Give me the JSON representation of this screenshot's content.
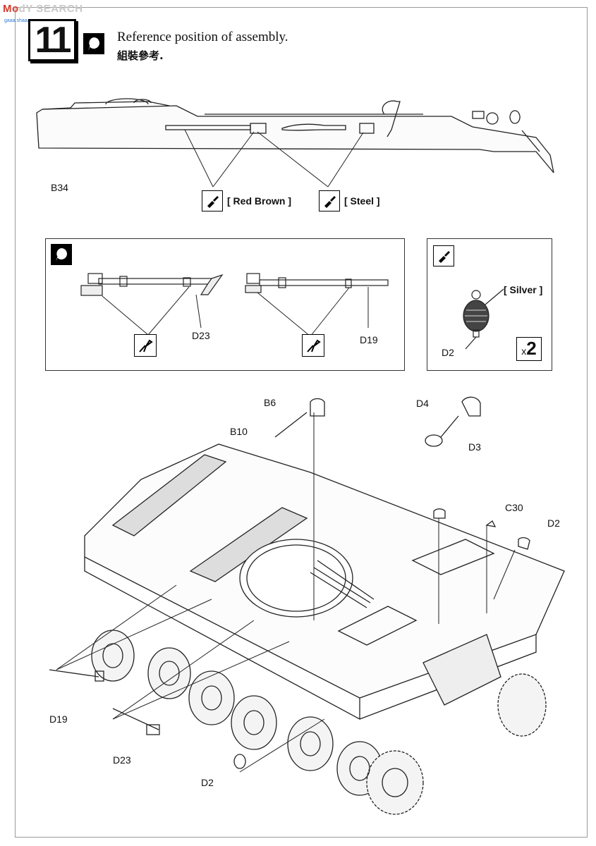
{
  "watermark": {
    "brand": "Mo",
    "rest": "dY SEARCH",
    "sub": "gaaa.shaaa.com"
  },
  "step": {
    "number": "11"
  },
  "header": {
    "title_en": "Reference position of assembly.",
    "title_cn": "組裝參考."
  },
  "top_section": {
    "part_label": "B34",
    "paints": [
      "[ Red Brown ]",
      "[ Steel ]"
    ]
  },
  "detail_panel": {
    "parts": [
      "D23",
      "D19"
    ]
  },
  "paint_panel": {
    "paint": "[ Silver ]",
    "part": "D2",
    "quantity_prefix": "x",
    "quantity": "2"
  },
  "main_assembly": {
    "labels": {
      "b6": "B6",
      "b10": "B10",
      "d4": "D4",
      "d3": "D3",
      "c30": "C30",
      "d2_right": "D2",
      "d19": "D19",
      "d23": "D23",
      "d2_bottom": "D2"
    }
  },
  "colors": {
    "line": "#222222",
    "frame": "#9a9a9a",
    "watermark_red": "#d23b2c"
  },
  "icons": [
    "reference-balloon-icon",
    "paint-brush-icon",
    "side-cutter-icon"
  ]
}
